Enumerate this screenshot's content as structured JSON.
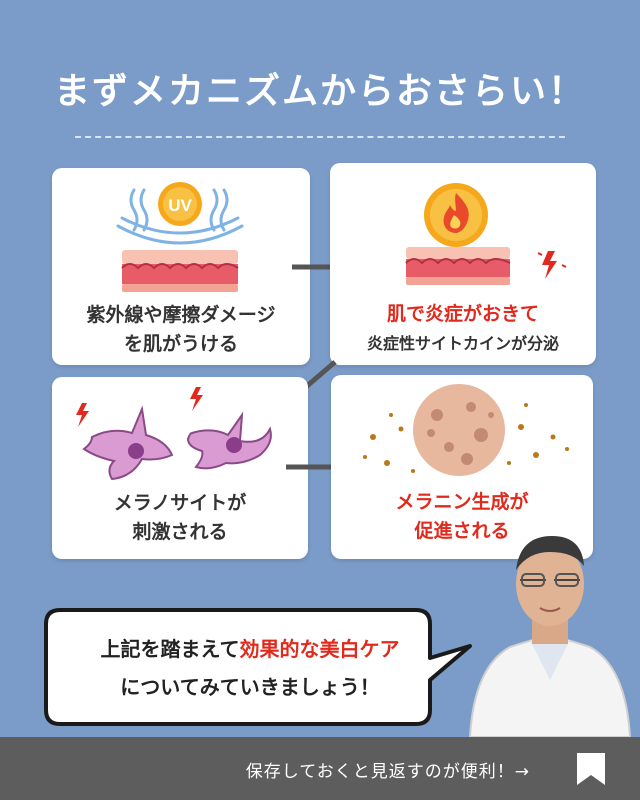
{
  "title": "まずメカニズムからおさらい！",
  "cards": [
    {
      "line1": "紫外線や摩擦ダメージ",
      "line2": "を肌がうける",
      "icon_label": "UV"
    },
    {
      "line1": "肌で炎症がおきて",
      "line2": "炎症性サイトカインが分泌"
    },
    {
      "line1": "メラノサイトが",
      "line2": "刺激される"
    },
    {
      "line1": "メラニン生成が",
      "line2": "促進される"
    }
  ],
  "bubble": {
    "part1": "上記を踏まえて",
    "highlight": "効果的な美白ケア",
    "line2": "についてみていきましょう！"
  },
  "footer": {
    "text": "保存しておくと見返すのが便利！→"
  },
  "colors": {
    "background": "#7b9cc8",
    "accent_red": "#e12a1e",
    "footer": "#5d5d5d"
  },
  "icons": [
    "uv-sun-icon",
    "skin-layer-icon",
    "fire-icon",
    "lightning-icon",
    "melanocyte-icon",
    "melanin-particle-icon",
    "bookmark-icon"
  ]
}
